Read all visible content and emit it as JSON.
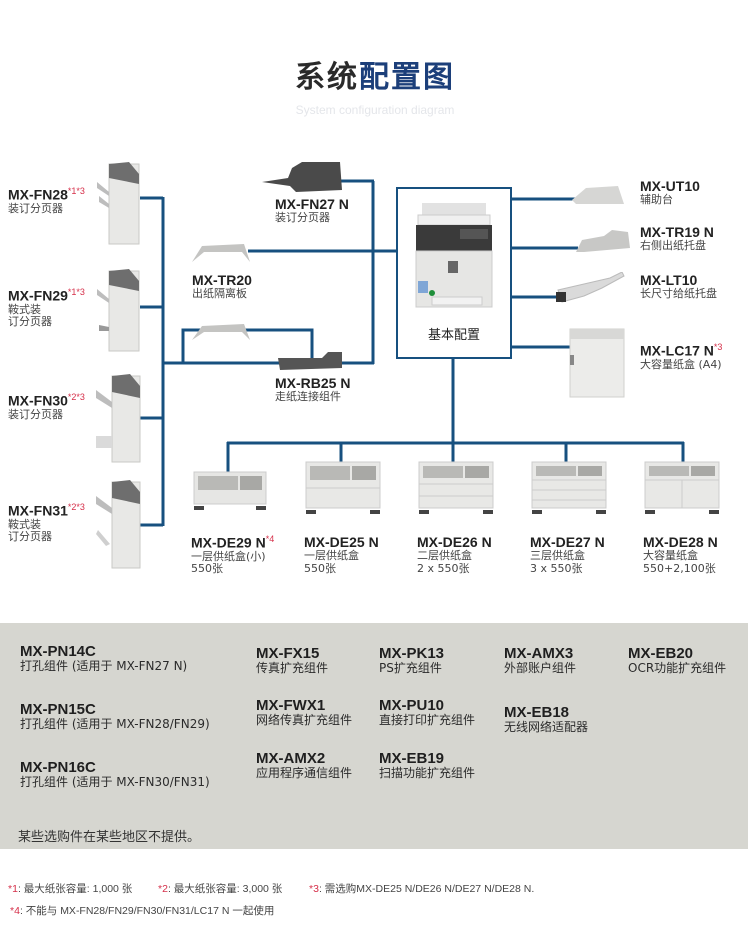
{
  "header": {
    "title_dark": "系统",
    "title_accent": "配置图",
    "subtitle": "System configuration diagram"
  },
  "colors": {
    "line": "#17507f",
    "accent_title": "#1c3f7a",
    "footnote_marker": "#d6304a",
    "panel_bg": "#d6d6d0"
  },
  "base": {
    "label": "基本配置",
    "icon": "mfp-copier-icon"
  },
  "finishers": [
    {
      "model": "MX-FN28",
      "note": "*1*3",
      "desc": [
        "装订分页器"
      ]
    },
    {
      "model": "MX-FN29",
      "note": "*1*3",
      "desc": [
        "鞍式装",
        "订分页器"
      ]
    },
    {
      "model": "MX-FN30",
      "note": "*2*3",
      "desc": [
        "装订分页器"
      ]
    },
    {
      "model": "MX-FN31",
      "note": "*2*3",
      "desc": [
        "鞍式装",
        "订分页器"
      ]
    }
  ],
  "middle": [
    {
      "model": "MX-FN27 N",
      "desc": "装订分页器"
    },
    {
      "model": "MX-TR20",
      "desc": "出纸隔离板"
    },
    {
      "model": "MX-RB25 N",
      "desc": "走纸连接组件"
    }
  ],
  "right": [
    {
      "model": "MX-UT10",
      "note": "",
      "desc": "辅助台"
    },
    {
      "model": "MX-TR19 N",
      "note": "",
      "desc": "右侧出纸托盘"
    },
    {
      "model": "MX-LT10",
      "note": "",
      "desc": "长尺寸给纸托盘"
    },
    {
      "model": "MX-LC17 N",
      "note": "*3",
      "desc": "大容量纸盒 (A4)"
    }
  ],
  "drawers": [
    {
      "model": "MX-DE29 N",
      "note": "*4",
      "desc": "一层供纸盒(小)",
      "cap": "550张"
    },
    {
      "model": "MX-DE25 N",
      "note": "",
      "desc": "一层供纸盒",
      "cap": "550张"
    },
    {
      "model": "MX-DE26 N",
      "note": "",
      "desc": "二层供纸盒",
      "cap": "2 x 550张"
    },
    {
      "model": "MX-DE27 N",
      "note": "",
      "desc": "三层供纸盒",
      "cap": "3 x 550张"
    },
    {
      "model": "MX-DE28 N",
      "note": "",
      "desc": "大容量纸盒",
      "cap": "550+2,100张"
    }
  ],
  "options": {
    "col1": [
      {
        "model": "MX-PN14C",
        "desc": "打孔组件 (适用于 MX-FN27 N)"
      },
      {
        "model": "MX-PN15C",
        "desc": "打孔组件 (适用于 MX-FN28/FN29)"
      },
      {
        "model": "MX-PN16C",
        "desc": "打孔组件 (适用于 MX-FN30/FN31)"
      }
    ],
    "col2": [
      {
        "model": "MX-FX15",
        "desc": "传真扩充组件"
      },
      {
        "model": "MX-FWX1",
        "desc": "网络传真扩充组件"
      },
      {
        "model": "MX-AMX2",
        "desc": "应用程序通信组件"
      }
    ],
    "col3": [
      {
        "model": "MX-PK13",
        "desc": "PS扩充组件"
      },
      {
        "model": "MX-PU10",
        "desc": "直接打印扩充组件"
      },
      {
        "model": "MX-EB19",
        "desc": "扫描功能扩充组件"
      }
    ],
    "col4": [
      {
        "model": "MX-AMX3",
        "desc": "外部账户组件"
      },
      {
        "model": "MX-EB18",
        "desc": "无线网络适配器"
      }
    ],
    "col5": [
      {
        "model": "MX-EB20",
        "desc": "OCR功能扩充组件"
      }
    ],
    "note": "某些选购件在某些地区不提供。"
  },
  "footnotes": [
    {
      "mark": "*1",
      "text": ": 最大纸张容量: 1,000 张"
    },
    {
      "mark": "*2",
      "text": ": 最大纸张容量: 3,000 张"
    },
    {
      "mark": "*3",
      "text": ": 需选购MX-DE25 N/DE26 N/DE27 N/DE28 N."
    },
    {
      "mark": "*4",
      "text": ": 不能与 MX-FN28/FN29/FN30/FN31/LC17 N 一起使用"
    }
  ]
}
